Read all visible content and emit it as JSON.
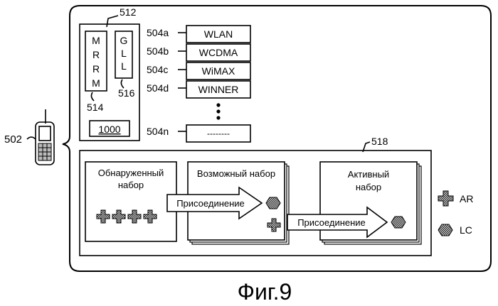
{
  "figure_caption": "Фиг.9",
  "refs": {
    "phone": "502",
    "module": "512",
    "mrrm_ref": "514",
    "gll_ref": "516",
    "sets_ref": "518",
    "r504a": "504a",
    "r504b": "504b",
    "r504c": "504c",
    "r504d": "504d",
    "r504n": "504n"
  },
  "mrrm_letters": [
    "M",
    "R",
    "R",
    "M"
  ],
  "gll_letters": [
    "G",
    "L",
    "L"
  ],
  "box_1000": "1000",
  "radios": [
    {
      "ref": "504a",
      "label": "WLAN"
    },
    {
      "ref": "504b",
      "label": "WCDMA"
    },
    {
      "ref": "504c",
      "label": "WiMAX"
    },
    {
      "ref": "504d",
      "label": "WINNER"
    }
  ],
  "radio_n_label": "--------",
  "sets": {
    "detected_line1": "Обнаруженный",
    "detected_line2": "набор",
    "candidate": "Возможный набор",
    "active_line1": "Активный",
    "active_line2": "набор",
    "join1": "Присоединение",
    "join2": "Присоединение"
  },
  "legend": {
    "ar": "AR",
    "lc": "LC"
  }
}
